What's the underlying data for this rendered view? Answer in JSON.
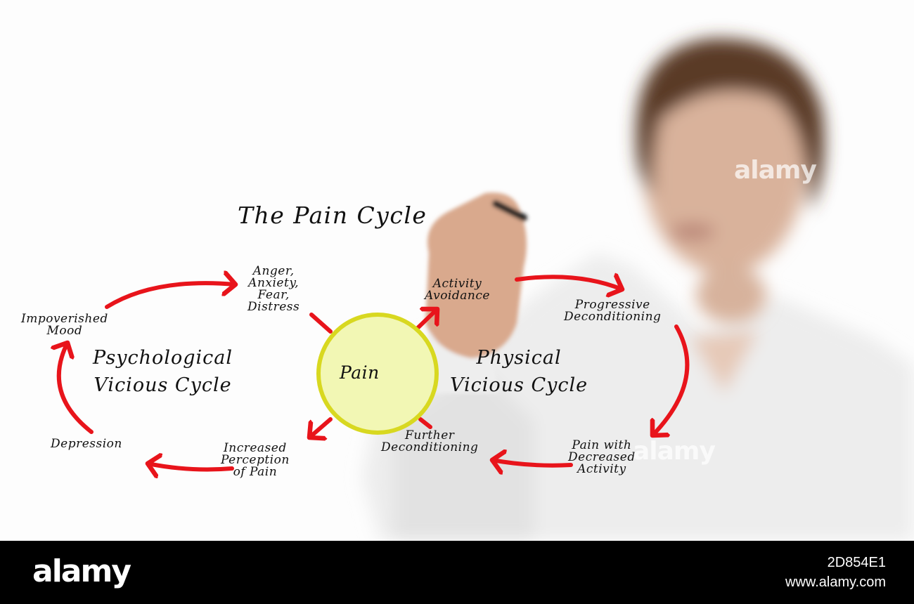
{
  "diagram": {
    "title": "The Pain Cycle",
    "center": "Pain",
    "left_cycle_label": "Psychological\nVicious Cycle",
    "right_cycle_label": "Physical\nVicious Cycle",
    "nodes": {
      "anger": "Anger,\nAnxiety,\nFear,\nDistress",
      "impoverished_mood": "Impoverished\nMood",
      "depression": "Depression",
      "increased_perception": "Increased\nPerception\nof Pain",
      "activity_avoidance": "Activity\nAvoidance",
      "progressive_deconditioning": "Progressive\nDeconditioning",
      "pain_decreased_activity": "Pain with\nDecreased\nActivity",
      "further_deconditioning": "Further\nDeconditioning"
    }
  },
  "colors": {
    "arrow": "#e8141b",
    "circle_fill": "#f2f7b4",
    "circle_stroke": "#d8d820",
    "ink": "#111111"
  },
  "watermark": {
    "text": "alamy",
    "image_id": "2D854E1",
    "url": "www.alamy.com"
  }
}
